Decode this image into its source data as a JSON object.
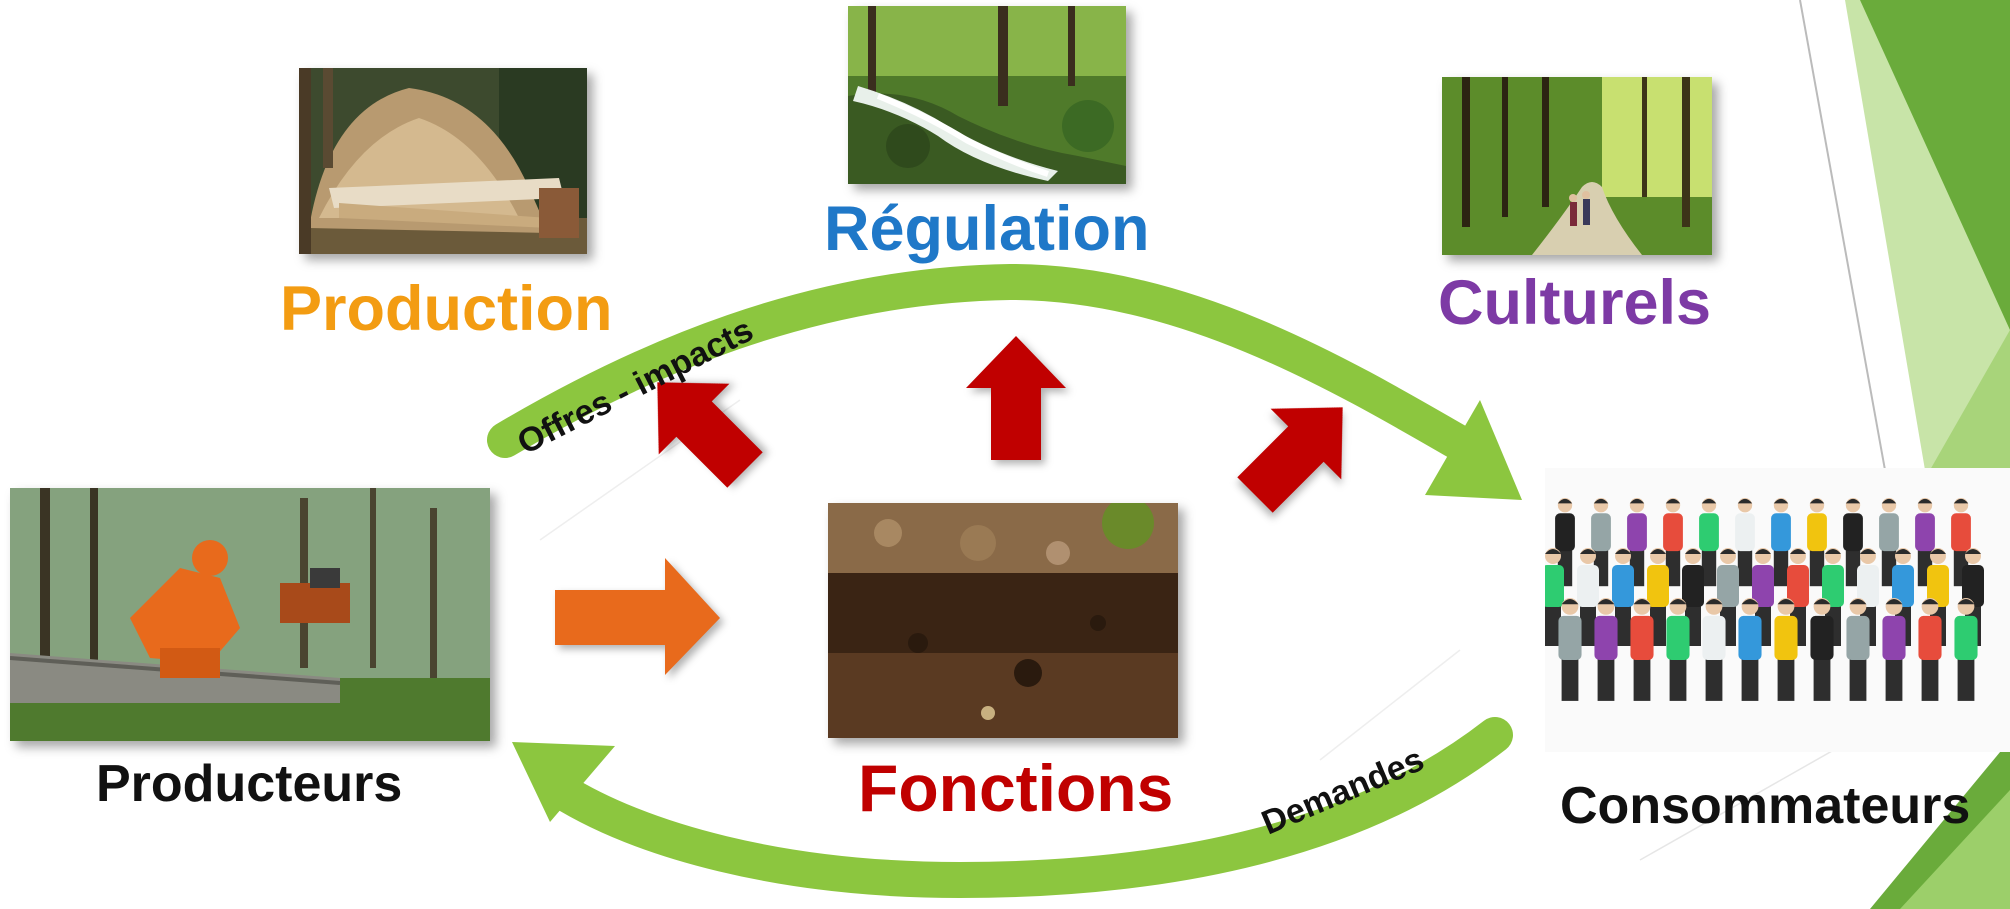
{
  "labels": {
    "production": "Production",
    "regulation": "Régulation",
    "culturels": "Culturels",
    "producteurs": "Producteurs",
    "fonctions": "Fonctions",
    "consommateurs": "Consommateurs"
  },
  "arrow_labels": {
    "top": "Offres - impacts",
    "bottom": "Demandes"
  },
  "colors": {
    "production": "#f39c12",
    "regulation": "#1f78c8",
    "culturels": "#7d3aa5",
    "fonctions": "#c00000",
    "dark_text": "#111111",
    "green_arrow": "#8cc63f",
    "orange_arrow": "#e86a1c",
    "red_arrows": "#c00000",
    "corner_green": "#6aab3b"
  },
  "images": {
    "production": "wood-pile-photo",
    "regulation": "forest-stream-photo",
    "culturels": "forest-path-walkers-photo",
    "producteurs": "lumberjack-felling-tree-photo",
    "fonctions": "forest-soil-photo",
    "consommateurs": "crowd-of-people-illustration"
  }
}
